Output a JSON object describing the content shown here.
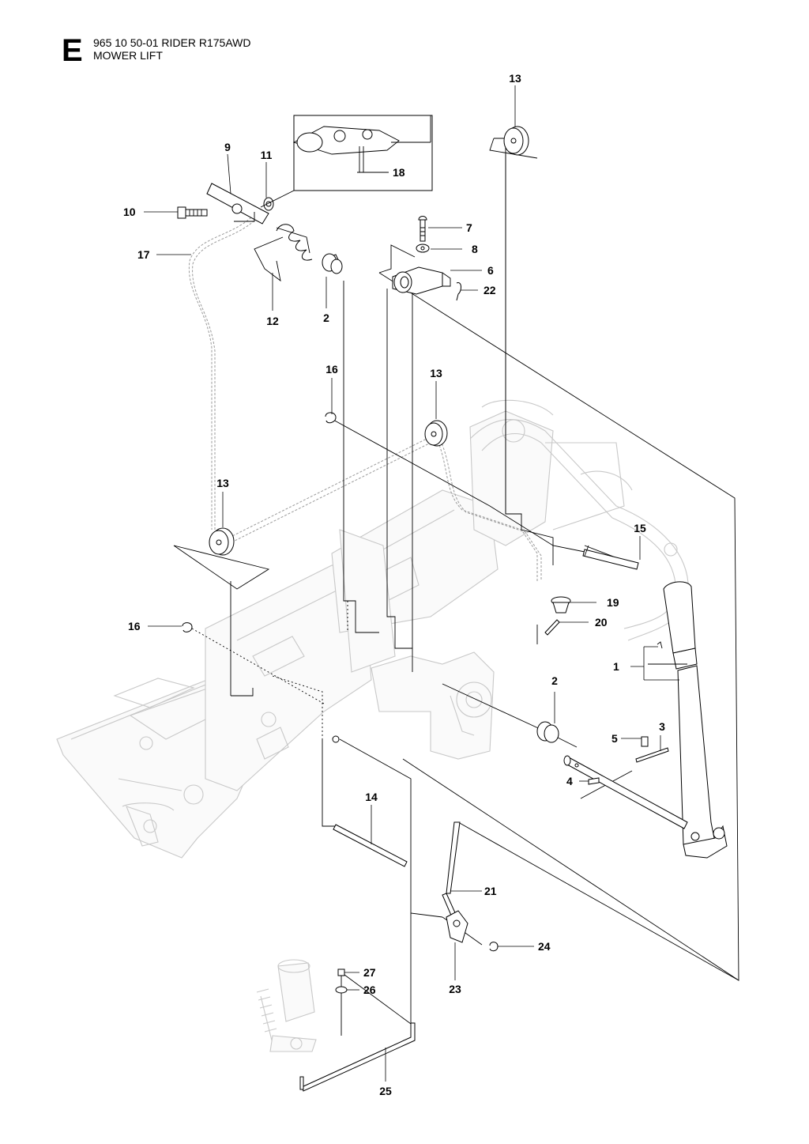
{
  "header": {
    "section_letter": "E",
    "title_line1": "965 10 50-01 RIDER R175AWD",
    "title_line2": "MOWER LIFT"
  },
  "callouts": [
    "13",
    "9",
    "11",
    "18",
    "10",
    "7",
    "8",
    "6",
    "22",
    "17",
    "12",
    "2",
    "16",
    "13",
    "13",
    "15",
    "19",
    "20",
    "16",
    "1",
    "2",
    "3",
    "5",
    "4",
    "14",
    "21",
    "24",
    "27",
    "26",
    "23",
    "25"
  ]
}
